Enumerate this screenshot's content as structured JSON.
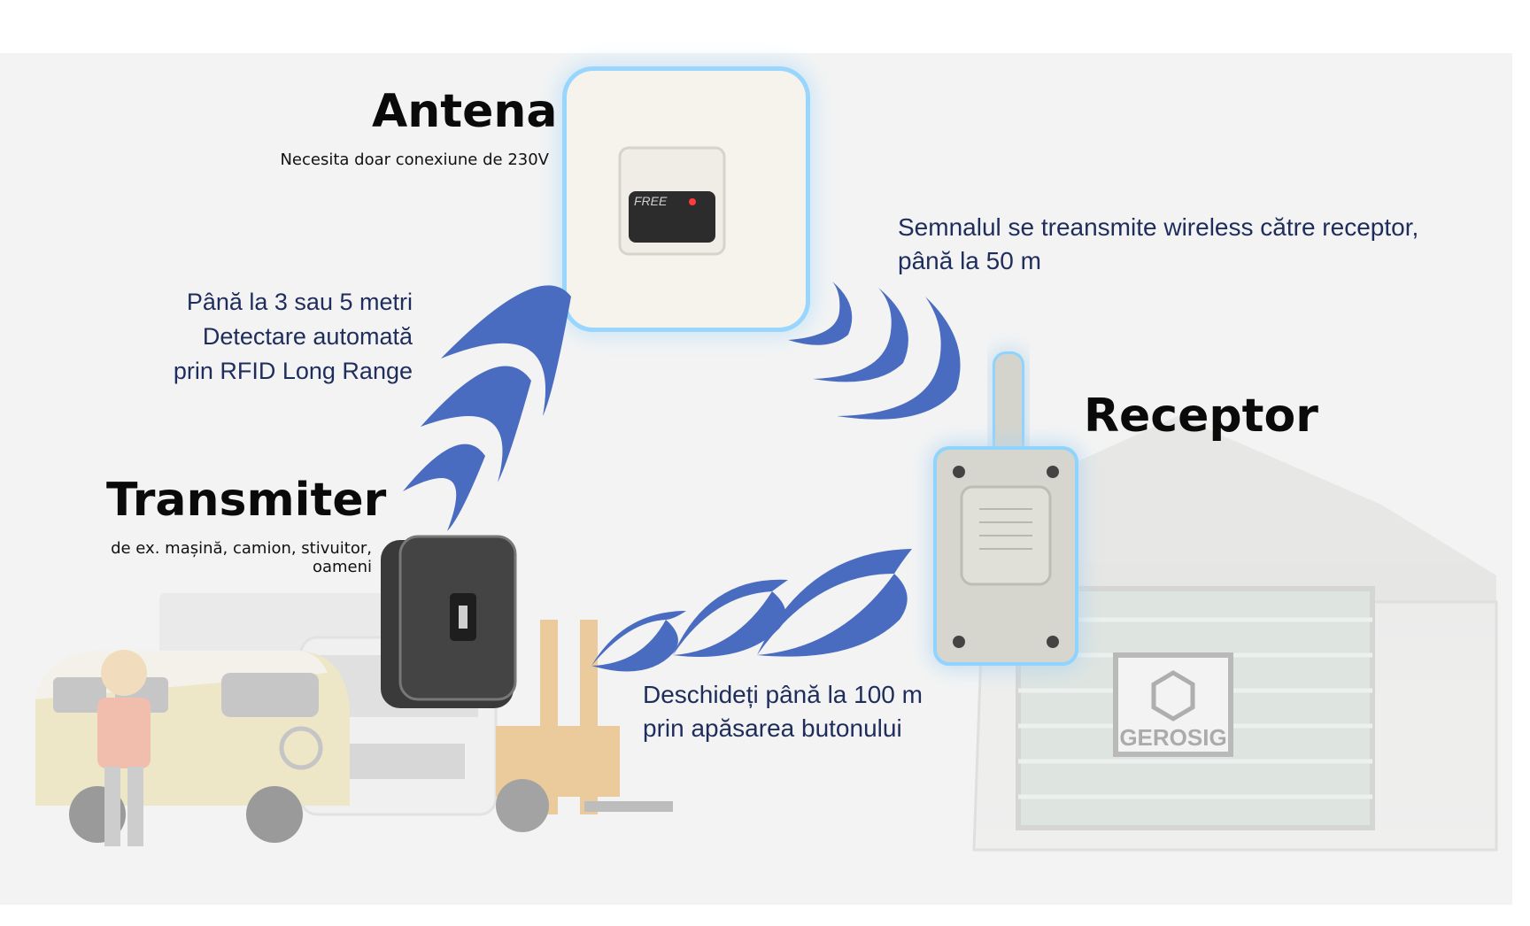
{
  "antena": {
    "title": "Antena",
    "subtitle": "Necesita doar conexiune de 230V",
    "device_label": "FREE"
  },
  "receptor": {
    "title": "Receptor"
  },
  "transmiter": {
    "title": "Transmiter",
    "subtitle": "de ex. mașină, camion, stivuitor, oameni"
  },
  "range_text": {
    "line1": "Până la 3 sau 5 metri",
    "line2": "Detectare automată",
    "line3": "prin RFID Long Range"
  },
  "wireless_text": {
    "line1": "Semnalul se treansmite wireless către receptor,",
    "line2": "până la 50 m"
  },
  "open_text": {
    "line1": "Deschideți până la 100 m",
    "line2": "prin apăsarea butonului"
  },
  "garage_logo": "GEROSIG",
  "colors": {
    "signal_wave": "#4a6cc0",
    "text_blue": "#1f2d5c",
    "glow": "#8fd3ff",
    "background": "#f3f3f3"
  }
}
